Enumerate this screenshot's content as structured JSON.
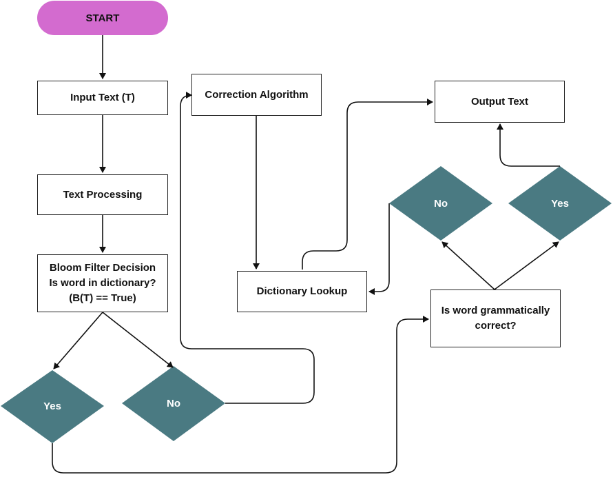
{
  "colors": {
    "start_fill": "#d36bcf",
    "diamond_fill": "#4a7a82",
    "line": "#111111",
    "box_border": "#222222"
  },
  "nodes": {
    "start": "START",
    "input_text": "Input Text (T)",
    "text_processing": "Text Processing",
    "bloom_filter": [
      "Bloom Filter Decision",
      "Is word in dictionary?",
      "(B(T) == True)"
    ],
    "yes_left": "Yes",
    "no_left": "No",
    "correction_algorithm": "Correction Algorithm",
    "dictionary_lookup": "Dictionary Lookup",
    "output_text": "Output Text",
    "grammar_check": [
      "Is word grammatically",
      "correct?"
    ],
    "no_right": "No",
    "yes_right": "Yes"
  }
}
